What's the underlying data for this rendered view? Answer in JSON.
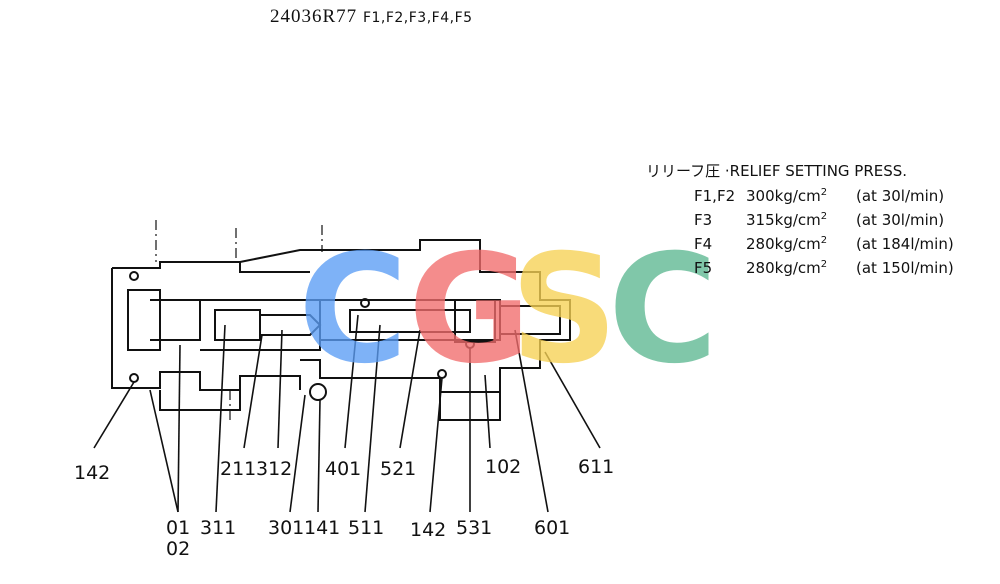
{
  "header": {
    "title_code": "24036R77",
    "title_sections": "F1,F2,F3,F4,F5"
  },
  "relief": {
    "heading_jp": "リリーフ圧",
    "heading_en": "·RELIEF SETTING PRESS.",
    "rows": [
      {
        "name": "F1,F2",
        "pressure": "300kg/cm",
        "flow": "(at 30l/min)"
      },
      {
        "name": "F3",
        "pressure": "315kg/cm",
        "flow": "(at 30l/min)"
      },
      {
        "name": "F4",
        "pressure": "280kg/cm",
        "flow": "(at 184l/min)"
      },
      {
        "name": "F5",
        "pressure": "280kg/cm",
        "flow": "(at 150l/min)"
      }
    ],
    "exponent": "2"
  },
  "part_labels": {
    "p142a": "142",
    "p211": "211",
    "p312": "312",
    "p401": "401",
    "p521": "521",
    "p102": "102",
    "p611": "611",
    "p01": "01",
    "p02": "02",
    "p311": "311",
    "p301": "301",
    "p141": "141",
    "p511": "511",
    "p142b": "142",
    "p531": "531",
    "p601": "601"
  },
  "watermark": {
    "letters": [
      "C",
      "G",
      "S",
      "C"
    ],
    "colors": [
      "#5b9df5",
      "#f26d6d",
      "#f7d154",
      "#5db891"
    ]
  }
}
